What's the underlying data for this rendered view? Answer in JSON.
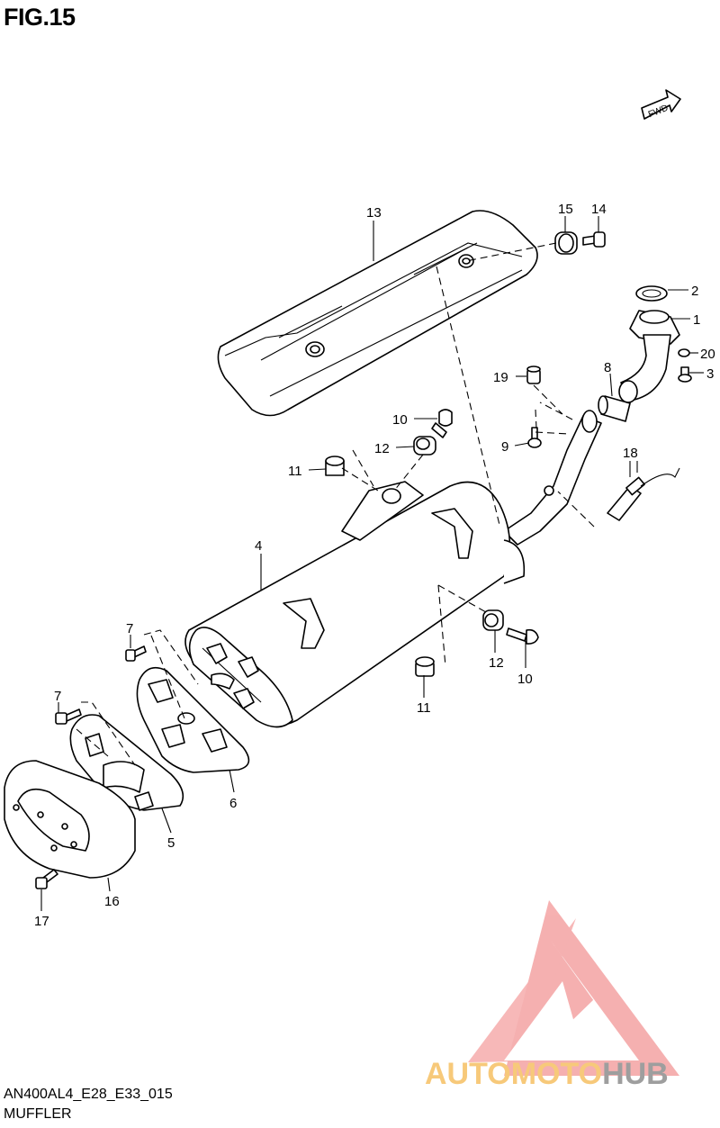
{
  "figure_title": "FIG.15",
  "fwd_label": "FWD",
  "footer_code": "AN400AL4_E28_E33_015",
  "footer_name": "MUFFLER",
  "watermark": {
    "part1": "AUTOMOTO",
    "part2": "HUB",
    "color1": "#f7c97a",
    "color2": "#9e9e9e",
    "logo_color": "#f0a0a0"
  },
  "callouts": {
    "c1": "1",
    "c2": "2",
    "c3": "3",
    "c4": "4",
    "c5": "5",
    "c6": "6",
    "c7a": "7",
    "c7b": "7",
    "c8": "8",
    "c9": "9",
    "c10a": "10",
    "c10b": "10",
    "c11a": "11",
    "c11b": "11",
    "c12a": "12",
    "c12b": "12",
    "c13": "13",
    "c14": "14",
    "c15": "15",
    "c16": "16",
    "c17": "17",
    "c18": "18",
    "c19": "19",
    "c20": "20"
  }
}
